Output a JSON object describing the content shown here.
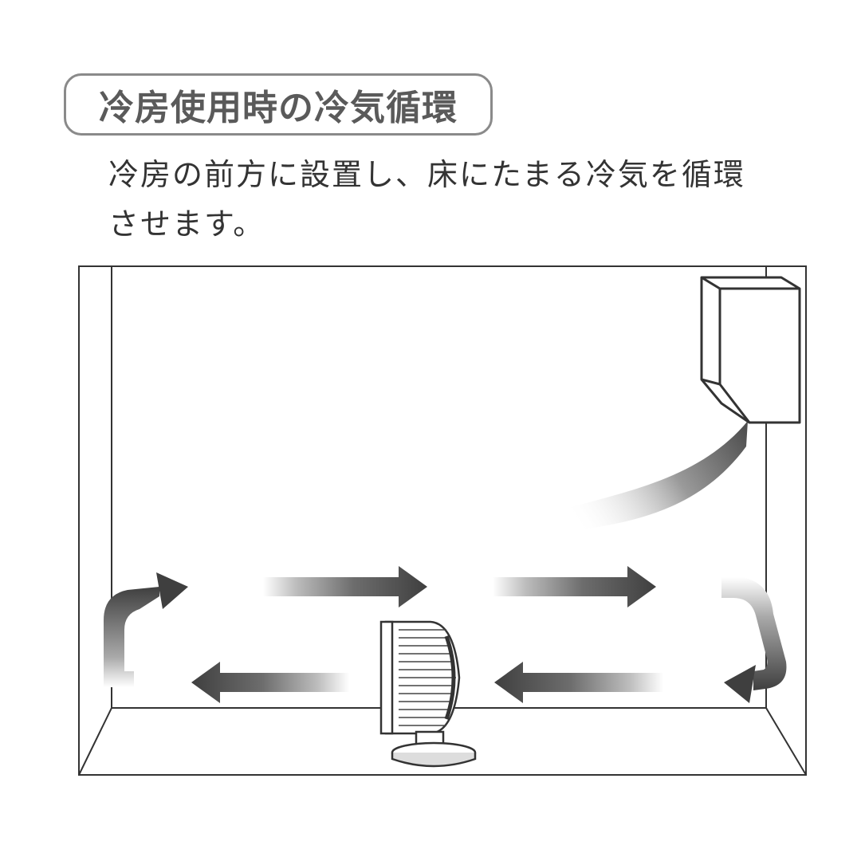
{
  "title": "冷房使用時の冷気循環",
  "description": {
    "line1": "冷房の前方に設置し、床にたまる冷気を循環",
    "line2": "させます。"
  },
  "colors": {
    "title_border": "#8a8a8a",
    "title_text": "#5a5a5a",
    "text": "#333333",
    "line": "#333333",
    "arrow_dark": "#3f3f3f"
  },
  "icons": [
    "air-conditioner-icon",
    "circulator-fan-icon",
    "airflow-arrow-icon"
  ]
}
